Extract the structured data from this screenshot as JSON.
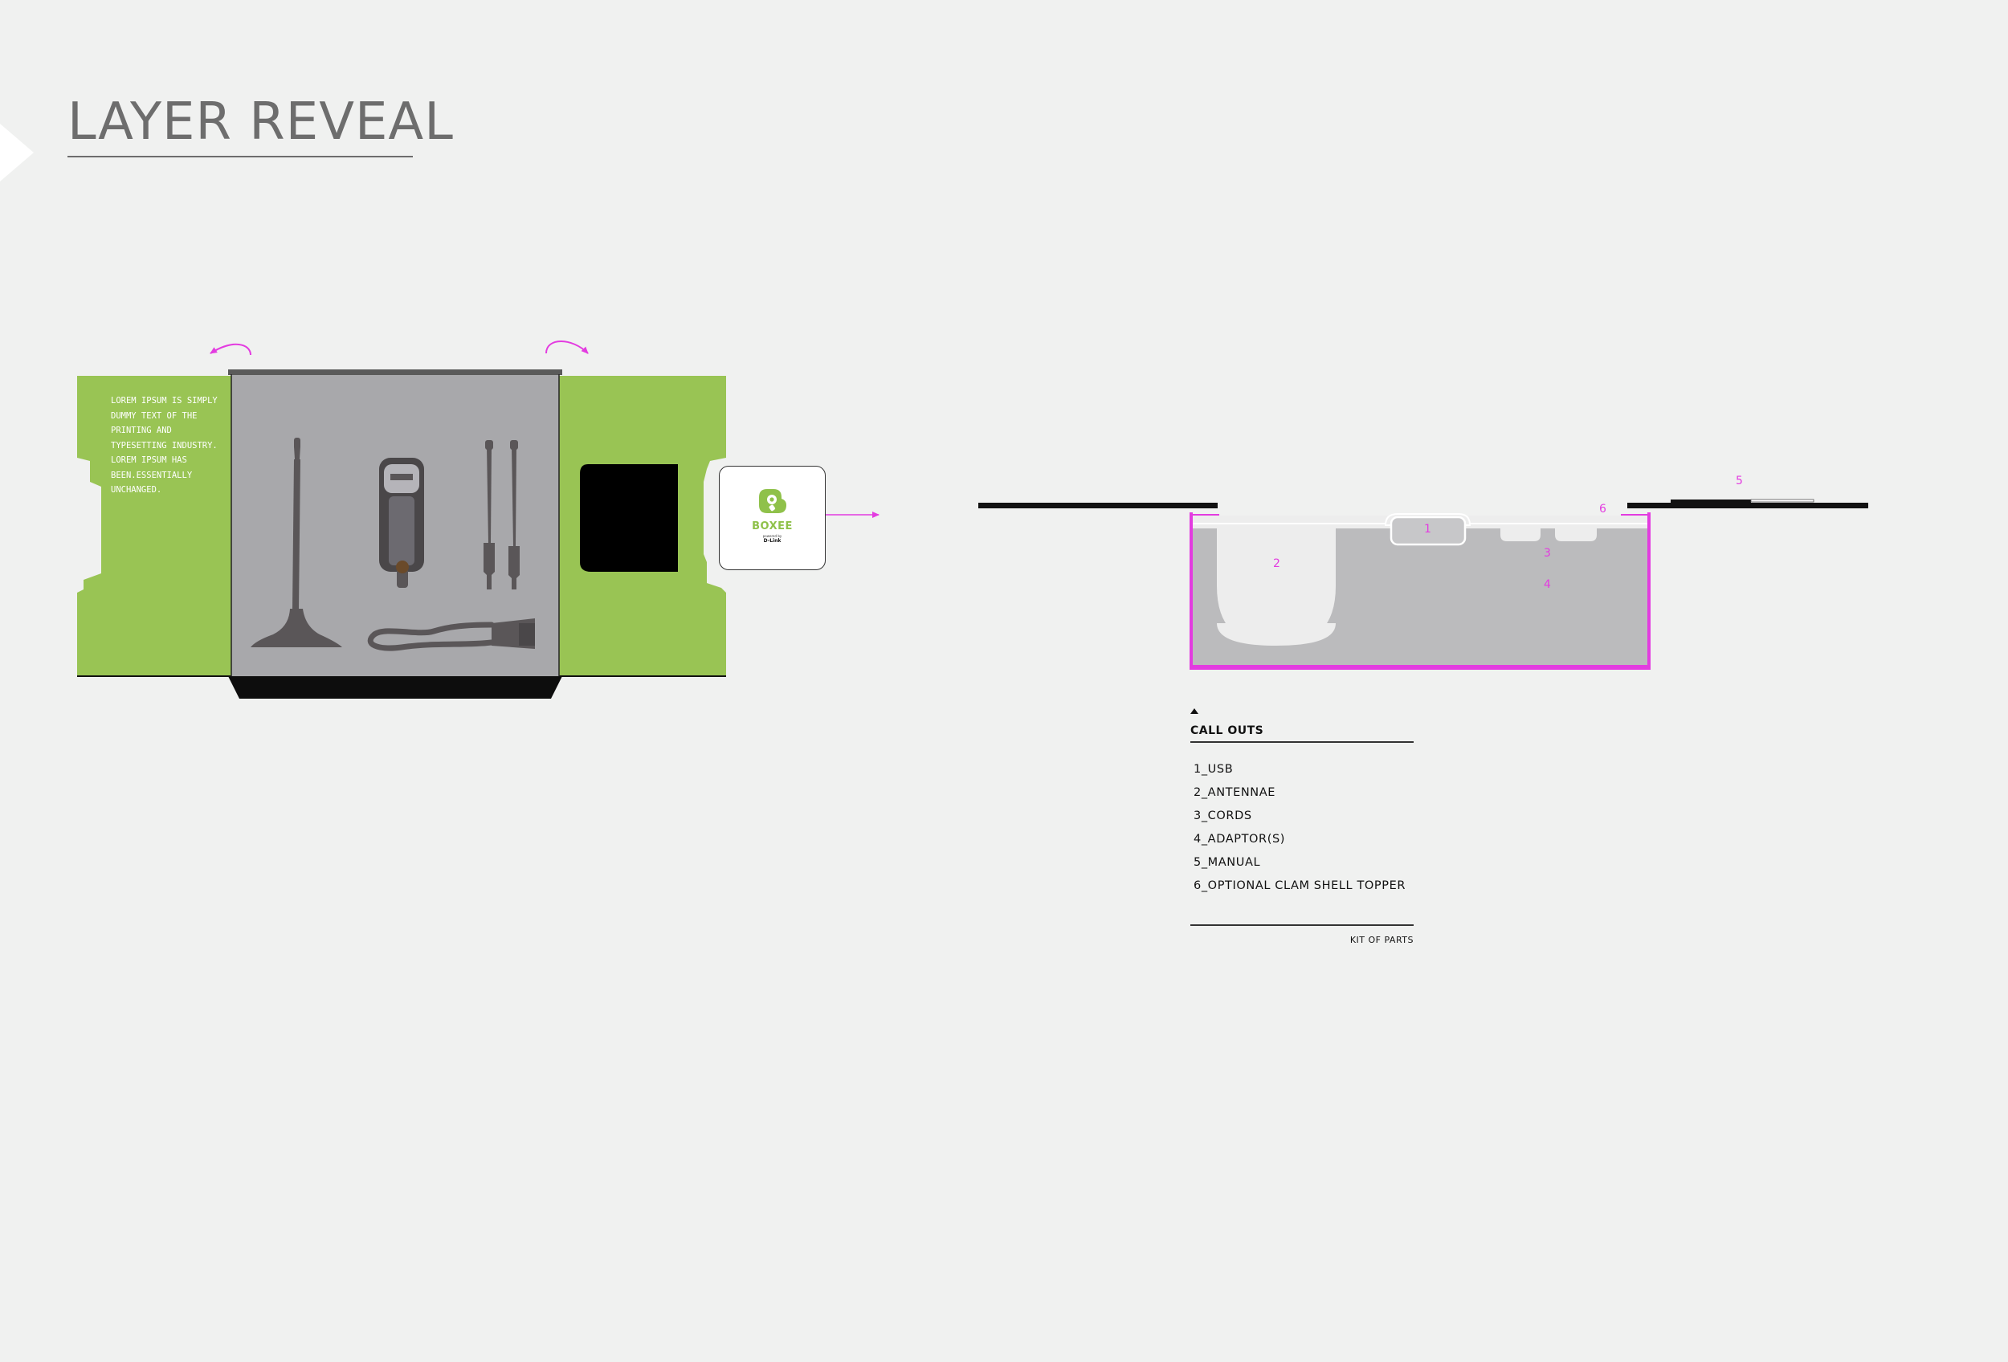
{
  "page": {
    "title": "LAYER REVEAL"
  },
  "package": {
    "flap_text": "LOREM IPSUM IS SIMPLY DUMMY TEXT OF THE PRINTING AND TYPESETTING INDUSTRY. LOREM IPSUM HAS BEEN.ESSENTIALLY UNCHANGED.",
    "logo": {
      "word": "BOXEE",
      "sub": "powered by",
      "brand": "D-Link"
    },
    "colors": {
      "green": "#99c454",
      "tray": "#a8a8ab",
      "item": "#5a5658",
      "accent": "#e33ce0"
    },
    "icons": [
      "arrow-curved-left-icon",
      "arrow-curved-right-icon",
      "arrow-right-icon",
      "boxee-logo-icon"
    ]
  },
  "section_view": {
    "callout_numbers": [
      "1",
      "2",
      "3",
      "4",
      "5",
      "6"
    ],
    "colors": {
      "tray": "#bbbbbd",
      "outline": "#e33ce0",
      "lid": "#111111"
    }
  },
  "legend": {
    "heading": "CALL OUTS",
    "items": [
      "1_USB",
      "2_ANTENNAE",
      "3_CORDS",
      "4_ADAPTOR(S)",
      "5_MANUAL",
      "6_OPTIONAL CLAM SHELL TOPPER"
    ],
    "footer": "KIT OF PARTS"
  }
}
